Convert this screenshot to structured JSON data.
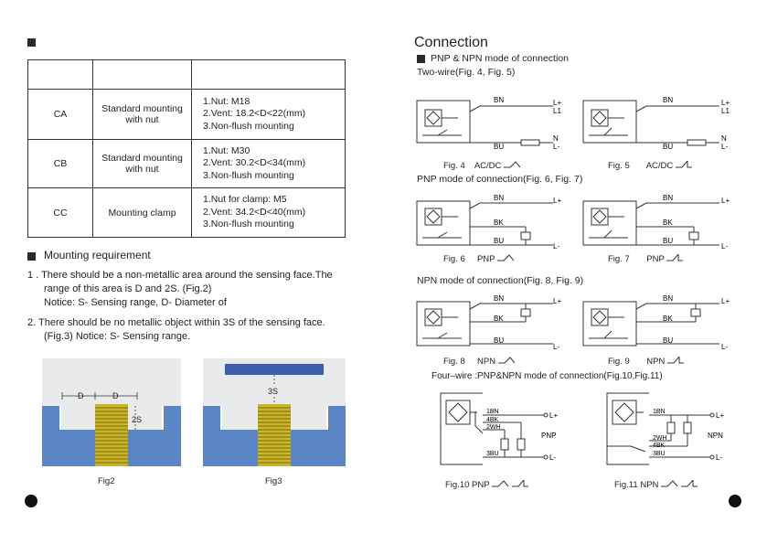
{
  "left": {
    "table_rows": [
      {
        "code": "CA",
        "mount": "Standard mounting with nut",
        "specs": [
          "1.Nut: M18",
          "2.Vent: 18.2<D<22(mm)",
          "3.Non-flush mounting"
        ]
      },
      {
        "code": "CB",
        "mount": "Standard mounting with nut",
        "specs": [
          "1.Nut: M30",
          "2.Vent: 30.2<D<34(mm)",
          "3.Non-flush mounting"
        ]
      },
      {
        "code": "CC",
        "mount": "Mounting clamp",
        "specs": [
          "1.Nut for clamp:  M5",
          "2.Vent: 34.2<D<40(mm)",
          "3.Non-flush mounting"
        ]
      }
    ],
    "mounting_title": "Mounting requirement",
    "req1_line1": "1 . There should be a non-metallic area around the sensing face.The",
    "req1_line2": "range of this area is  D and  2S. (Fig.2)",
    "req1_line3": "Notice: S- Sensing  range, D- Diameter of",
    "req2_line1": "2.  There should be no metallic object within 3S of the sensing face.",
    "req2_line2": "(Fig.3)       Notice: S-  Sensing range.",
    "fig2_label": "Fig2",
    "fig3_label": "Fig3",
    "fig2_d": "D",
    "fig2_2s": "2S",
    "fig3_3s": "3S"
  },
  "right": {
    "title": "Connection",
    "subtitle": "PNP & NPN mode of connection",
    "two_wire": "Two-wire(Fig. 4, Fig. 5)",
    "pnp_mode": "PNP mode of connection(Fig. 6, Fig. 7)",
    "npn_mode": "NPN mode of connection(Fig. 8, Fig. 9)",
    "four_wire": "Four–wire :PNP&NPN mode of connection(Fig.10,Fig.11)",
    "captions": {
      "fig4": "Fig. 4",
      "fig4_mode": "AC/DC",
      "fig5": "Fig. 5",
      "fig5_mode": "AC/DC",
      "fig6": "Fig. 6",
      "fig6_mode": "PNP",
      "fig7": "Fig. 7",
      "fig7_mode": "PNP",
      "fig8": "Fig. 8",
      "fig8_mode": "NPN",
      "fig9": "Fig. 9",
      "fig9_mode": "NPN",
      "fig10": "Fig.10 PNP",
      "fig11": "Fig.11  NPN"
    },
    "wires": {
      "bn": "BN",
      "bu": "BU",
      "bk": "BK",
      "lp": "L+",
      "lm": "L-",
      "l1": "L1",
      "n": "N"
    },
    "four": {
      "w1": "1BN",
      "w4": "4BK",
      "w2": "2WH",
      "w3": "3BU",
      "pnp": "PNP",
      "npn": "NPN"
    }
  }
}
